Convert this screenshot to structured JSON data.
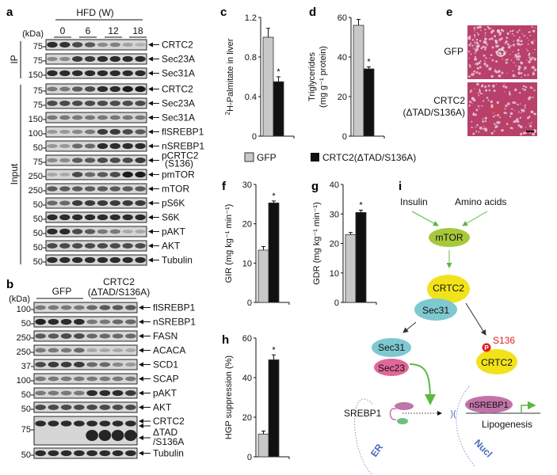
{
  "panel_labels": {
    "a": "a",
    "b": "b",
    "c": "c",
    "d": "d",
    "e": "e",
    "f": "f",
    "g": "g",
    "h": "h",
    "i": "i"
  },
  "panel_a": {
    "header": "HFD (W)",
    "kda_label": "(kDa)",
    "lanes": [
      "0",
      "6",
      "12",
      "18"
    ],
    "groups": {
      "ip": "IP",
      "input": "Input"
    },
    "rows": [
      {
        "label": "CRTC2",
        "kda": "75",
        "bands": [
          0.9,
          0.85,
          0.7,
          0.6,
          0.3,
          0.35,
          0.15,
          0.05
        ]
      },
      {
        "label": "Sec23A",
        "kda": "75",
        "bands": [
          0.3,
          0.3,
          0.8,
          0.8,
          0.9,
          0.9,
          0.9,
          0.9
        ]
      },
      {
        "label": "Sec31A",
        "kda": "150",
        "bands": [
          0.9,
          0.9,
          0.9,
          0.9,
          0.9,
          0.9,
          0.9,
          0.9
        ]
      },
      {
        "label": "CRTC2",
        "kda": "75",
        "bands": [
          0.4,
          0.4,
          0.6,
          0.7,
          0.9,
          0.9,
          1,
          1
        ]
      },
      {
        "label": "Sec23A",
        "kda": "75",
        "bands": [
          0.7,
          0.7,
          0.7,
          0.7,
          0.7,
          0.7,
          0.7,
          0.7
        ]
      },
      {
        "label": "Sec31A",
        "kda": "150",
        "bands": [
          0.4,
          0.4,
          0.4,
          0.4,
          0.4,
          0.4,
          0.4,
          0.4
        ]
      },
      {
        "label": "flSREBP1",
        "kda": "100",
        "bands": [
          0.2,
          0.2,
          0.3,
          0.4,
          0.8,
          0.8,
          0.7,
          0.6
        ]
      },
      {
        "label": "nSREBP1",
        "kda": "50",
        "bands": [
          0.2,
          0.2,
          0.5,
          0.5,
          0.9,
          0.9,
          0.9,
          0.9
        ]
      },
      {
        "label": "pCRTC2",
        "label2": "(S136)",
        "kda": "75",
        "bands": [
          0.3,
          0.3,
          0.6,
          0.6,
          0.7,
          0.7,
          0.7,
          0.8
        ]
      },
      {
        "label": "pmTOR",
        "kda": "250",
        "bands": [
          0.1,
          0.1,
          0.7,
          0.5,
          0.6,
          0.7,
          1,
          1
        ]
      },
      {
        "label": "mTOR",
        "kda": "250",
        "bands": [
          0.6,
          0.6,
          0.6,
          0.6,
          0.6,
          0.6,
          0.6,
          0.6
        ]
      },
      {
        "label": "pS6K",
        "kda": "50",
        "bands": [
          0.5,
          0.5,
          0.8,
          0.8,
          0.8,
          0.8,
          0.8,
          0.8
        ]
      },
      {
        "label": "S6K",
        "kda": "50",
        "bands": [
          0.9,
          0.9,
          0.9,
          0.9,
          0.9,
          0.9,
          0.9,
          0.9
        ]
      },
      {
        "label": "pAKT",
        "kda": "50",
        "bands": [
          0.9,
          0.9,
          0.7,
          0.6,
          0.4,
          0.4,
          0.1,
          0.1
        ]
      },
      {
        "label": "AKT",
        "kda": "50",
        "bands": [
          0.7,
          0.7,
          0.7,
          0.7,
          0.7,
          0.7,
          0.7,
          0.7
        ]
      },
      {
        "label": "Tubulin",
        "kda": "50",
        "bands": [
          0.9,
          0.9,
          0.9,
          0.9,
          0.9,
          0.9,
          0.9,
          0.9
        ]
      }
    ]
  },
  "panel_b": {
    "kda_label": "(kDa)",
    "group1": "GFP",
    "group2_line1": "CRTC2",
    "group2_line2": "(ΔTAD/S136A)",
    "rows": [
      {
        "label": "flSREBP1",
        "kda": "100",
        "bands": [
          0.4,
          0.4,
          0.4,
          0.4,
          0.5,
          0.6,
          0.6,
          0.6
        ]
      },
      {
        "label": "nSREBP1",
        "kda": "50",
        "bands": [
          0.95,
          0.9,
          0.9,
          0.9,
          0.4,
          0.4,
          0.5,
          0.5
        ]
      },
      {
        "label": "FASN",
        "kda": "250",
        "bands": [
          0.6,
          0.6,
          0.7,
          0.7,
          0.5,
          0.5,
          0.5,
          0.5
        ]
      },
      {
        "label": "ACACA",
        "kda": "250",
        "bands": [
          0.4,
          0.4,
          0.4,
          0.5,
          0.1,
          0.1,
          0.1,
          0.1
        ]
      },
      {
        "label": "SCD1",
        "kda": "37",
        "bands": [
          0.7,
          0.8,
          0.8,
          0.8,
          0.5,
          0.5,
          0.3,
          0.2
        ]
      },
      {
        "label": "SCAP",
        "kda": "100",
        "bands": [
          0.4,
          0.4,
          0.4,
          0.4,
          0.4,
          0.4,
          0.4,
          0.4
        ]
      },
      {
        "label": "pAKT",
        "kda": "50",
        "bands": [
          0.4,
          0.4,
          0.4,
          0.4,
          0.9,
          0.9,
          0.9,
          0.8
        ]
      },
      {
        "label": "AKT",
        "kda": "50",
        "bands": [
          0.7,
          0.7,
          0.7,
          0.7,
          0.7,
          0.7,
          0.7,
          0.7
        ]
      },
      {
        "label": "CRTC2",
        "label2": "ΔTAD",
        "label3": "/S136A",
        "kda": "75",
        "bands": [
          0.9,
          0.9,
          0.9,
          0.9,
          0.9,
          0.9,
          0.9,
          0.9
        ],
        "bands2": [
          0,
          0,
          0,
          0,
          1,
          1,
          1,
          1
        ]
      },
      {
        "label": "Tubulin",
        "kda": "50",
        "bands": [
          0.9,
          0.9,
          0.9,
          0.9,
          0.9,
          0.9,
          0.9,
          0.9
        ]
      }
    ]
  },
  "panel_e": {
    "gfp": "GFP",
    "mut_line1": "CRTC2",
    "mut_line2": "(ΔTAD/S136A)"
  },
  "legend": {
    "gfp": "GFP",
    "mut": "CRTC2(ΔTAD/S136A)",
    "gfp_color": "#c8c8c8",
    "mut_color": "#111111"
  },
  "chart_data": [
    {
      "id": "c",
      "type": "bar",
      "ylabel_sup": "2",
      "ylabel": "H-Palmitate in liver",
      "ylim": [
        0,
        1.2
      ],
      "ticks": [
        "0",
        "0.4",
        "0.8",
        "1.2"
      ],
      "tick_values": [
        0,
        0.4,
        0.8,
        1.2
      ],
      "categories": [
        "GFP",
        "CRTC2(ΔTAD/S136A)"
      ],
      "values": [
        1.0,
        0.55
      ],
      "errors": [
        0.09,
        0.05
      ],
      "significance": [
        "",
        "*"
      ]
    },
    {
      "id": "d",
      "type": "bar",
      "ylabel": "Triglycerides",
      "ylabel2": "(mg g⁻¹ protein)",
      "ylim": [
        0,
        60
      ],
      "ticks": [
        "0",
        "20",
        "40",
        "60"
      ],
      "tick_values": [
        0,
        20,
        40,
        60
      ],
      "categories": [
        "GFP",
        "CRTC2(ΔTAD/S136A)"
      ],
      "values": [
        56,
        34
      ],
      "errors": [
        3,
        1
      ],
      "significance": [
        "",
        "*"
      ]
    },
    {
      "id": "f",
      "type": "bar",
      "ylabel": "GIR (mg kg⁻¹ min⁻¹)",
      "ylim": [
        0,
        30
      ],
      "ticks": [
        "0",
        "10",
        "20",
        "30"
      ],
      "tick_values": [
        0,
        10,
        20,
        30
      ],
      "categories": [
        "GFP",
        "CRTC2(ΔTAD/S136A)"
      ],
      "values": [
        13.3,
        25.3
      ],
      "errors": [
        0.9,
        0.5
      ],
      "significance": [
        "",
        "*"
      ]
    },
    {
      "id": "g",
      "type": "bar",
      "ylabel": "GDR (mg kg⁻¹ min⁻¹)",
      "ylim": [
        0,
        40
      ],
      "ticks": [
        "0",
        "10",
        "20",
        "30",
        "40"
      ],
      "tick_values": [
        0,
        10,
        20,
        30,
        40
      ],
      "categories": [
        "GFP",
        "CRTC2(ΔTAD/S136A)"
      ],
      "values": [
        23,
        30.5
      ],
      "errors": [
        0.7,
        0.8
      ],
      "significance": [
        "",
        "*"
      ]
    },
    {
      "id": "h",
      "type": "bar",
      "ylabel": "HGP suppression (%)",
      "ylim": [
        0,
        60
      ],
      "ticks": [
        "0",
        "20",
        "40",
        "60"
      ],
      "tick_values": [
        0,
        20,
        40,
        60
      ],
      "categories": [
        "GFP",
        "CRTC2(ΔTAD/S136A)"
      ],
      "values": [
        11.5,
        49
      ],
      "errors": [
        1.5,
        2.5
      ],
      "significance": [
        "",
        "*"
      ]
    }
  ],
  "diagram": {
    "insulin": "Insulin",
    "amino_acids": "Amino acids",
    "mtor": "mTOR",
    "crtc2": "CRTC2",
    "sec31": "Sec31",
    "sec31b": "Sec31",
    "sec23": "Sec23",
    "p": "P",
    "s136": "S136",
    "crtc2b": "CRTC2",
    "srebp1": "SREBP1",
    "nsrebp1": "nSREBP1",
    "lipogenesis": "Lipogenesis",
    "er": "ER",
    "nucl": "Nucl",
    "colors": {
      "mtor": "#a8c83c",
      "crtc2": "#f2e21a",
      "sec31": "#7ec8d0",
      "sec23": "#e0679a",
      "nsrebp1": "#c074a8",
      "arrow": "#5cb840",
      "phospho": "#e02020"
    }
  }
}
